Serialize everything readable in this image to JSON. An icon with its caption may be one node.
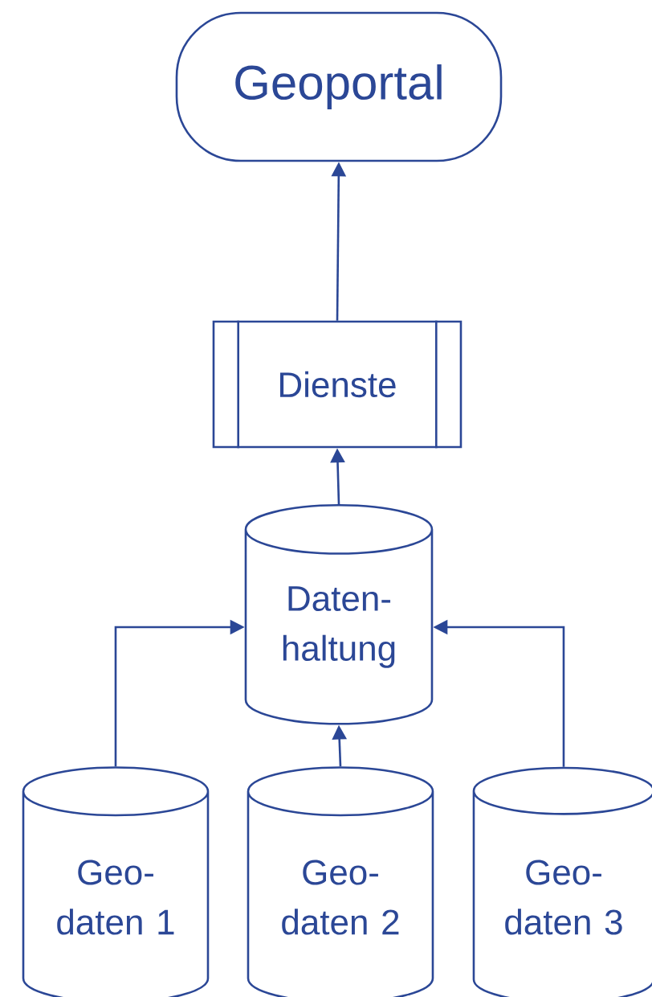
{
  "diagram": {
    "nodes": [
      {
        "text": [
          "Geoportal"
        ]
      },
      {
        "text": [
          "Dienste"
        ]
      },
      {
        "text": [
          "Daten- haltung"
        ]
      },
      {
        "text": [
          "Geo- daten 1"
        ]
      },
      {
        "text": [
          "Geo- daten 2"
        ]
      },
      {
        "text": [
          "Geo- daten 3"
        ]
      }
    ],
    "edges": [
      {
        "from": 1,
        "to": 0,
        "arrow": "to"
      },
      {
        "from": 2,
        "to": 1,
        "arrow": "to"
      },
      {
        "from": 3,
        "to": 2,
        "arrow": "to"
      },
      {
        "from": 4,
        "to": 2,
        "arrow": "to"
      },
      {
        "from": 5,
        "to": 2,
        "arrow": "to"
      }
    ]
  }
}
